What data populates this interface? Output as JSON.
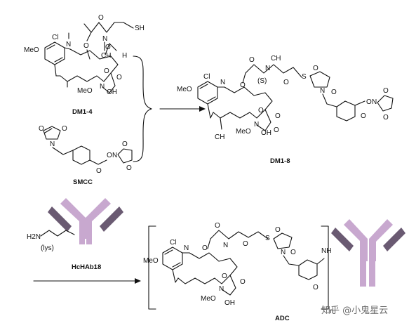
{
  "labels": {
    "dm1_4": "DM1-4",
    "smcc": "SMCC",
    "dm1_8": "DM1-8",
    "hchab18": "HcHAb18",
    "adc": "ADC",
    "lys": "(lys)",
    "amine": "H2N"
  },
  "watermark": "知乎 @小鬼星云",
  "colors": {
    "antibody_light": "#c8a8cf",
    "antibody_dark": "#6a5a72",
    "line": "#111111"
  }
}
